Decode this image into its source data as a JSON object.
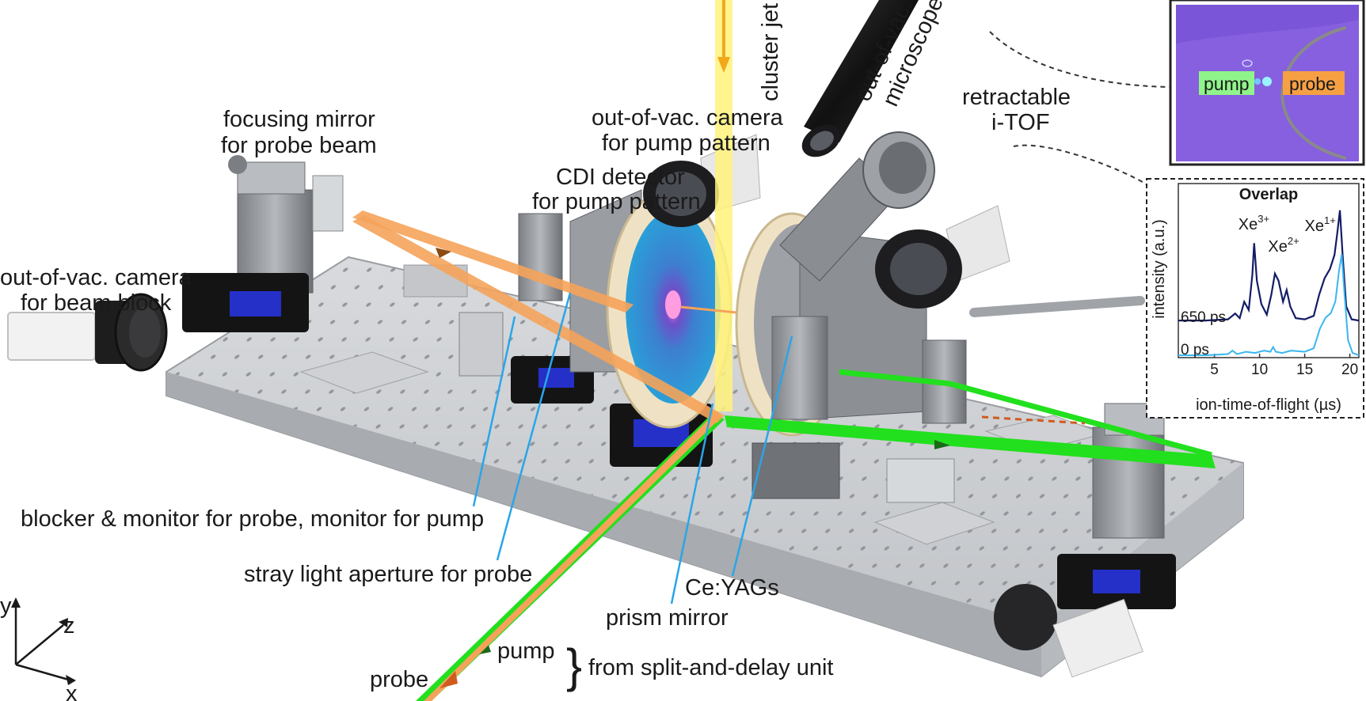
{
  "labels": {
    "cluster_jet": "cluster jet",
    "microscope_line1": "out-of-vac.",
    "microscope_line2": "microscope",
    "itof_line1": "retractable",
    "itof_line2": "i-TOF",
    "focusing_mirror_line1": "focusing mirror",
    "focusing_mirror_line2": "for probe beam",
    "pump_camera_line1": "out-of-vac. camera",
    "pump_camera_line2": "for pump pattern",
    "cdi_line1": "CDI detector",
    "cdi_line2": "for pump pattern",
    "block_camera_line1": "out-of-vac. camera",
    "block_camera_line2": "for beam block",
    "blocker": "blocker & monitor for probe, monitor for pump",
    "stray": "stray light aperture for probe",
    "ceyag": "Ce:YAGs",
    "prism": "prism mirror",
    "pump_in": "pump",
    "probe_in": "probe",
    "from_sdu": "from split-and-delay unit"
  },
  "axes": {
    "y": "y",
    "z": "z",
    "x": "x"
  },
  "inset_image": {
    "pump_label": "pump",
    "probe_label": "probe"
  },
  "colors": {
    "pump": "#22e01e",
    "probe": "#f5a35a",
    "jet": "#fff27a",
    "leader": "#2aa5e8",
    "inset_bg": "#7a55d8",
    "trace_dark": "#141c66",
    "trace_light": "#38b6f0"
  },
  "chart_data": {
    "type": "line",
    "title": "Overlap",
    "xlabel": "ion-time-of-flight (µs)",
    "ylabel": "intensity (a.u.)",
    "xlim": [
      1,
      21
    ],
    "ylim": [
      0,
      1
    ],
    "x_ticks": [
      "5",
      "10",
      "15",
      "20"
    ],
    "annotations": [
      {
        "base": "Xe",
        "sup": "3+",
        "x": 9.4
      },
      {
        "base": "Xe",
        "sup": "2+",
        "x": 12.0
      },
      {
        "base": "Xe",
        "sup": "1+",
        "x": 18.5
      }
    ],
    "series": [
      {
        "name": "650 ps",
        "x": [
          1,
          4,
          6.5,
          7.3,
          7.8,
          8.3,
          8.8,
          9.2,
          9.4,
          9.7,
          10.2,
          10.8,
          11.3,
          11.7,
          12.1,
          12.6,
          13.0,
          13.4,
          14.0,
          15.0,
          16.0,
          16.6,
          17.2,
          17.8,
          18.3,
          18.6,
          18.9,
          19.2,
          19.6,
          20.2,
          21
        ],
        "y": [
          0.06,
          0.06,
          0.07,
          0.12,
          0.08,
          0.22,
          0.15,
          0.45,
          0.72,
          0.4,
          0.2,
          0.11,
          0.28,
          0.46,
          0.4,
          0.22,
          0.32,
          0.18,
          0.08,
          0.07,
          0.1,
          0.28,
          0.42,
          0.5,
          0.62,
          0.8,
          1.0,
          0.62,
          0.18,
          0.07,
          0.06
        ]
      },
      {
        "name": "0 ps",
        "x": [
          1,
          4,
          6.5,
          7.0,
          7.5,
          8.5,
          9.5,
          10.5,
          11.2,
          11.5,
          11.8,
          12.5,
          13.5,
          15.0,
          16.0,
          16.7,
          17.3,
          17.9,
          18.4,
          18.8,
          19.1,
          19.4,
          19.8,
          20.3,
          21
        ],
        "y": [
          0.02,
          0.02,
          0.03,
          0.06,
          0.03,
          0.05,
          0.04,
          0.06,
          0.05,
          0.09,
          0.05,
          0.04,
          0.06,
          0.05,
          0.08,
          0.25,
          0.34,
          0.38,
          0.48,
          0.74,
          0.88,
          0.55,
          0.15,
          0.04,
          0.02
        ]
      }
    ]
  }
}
